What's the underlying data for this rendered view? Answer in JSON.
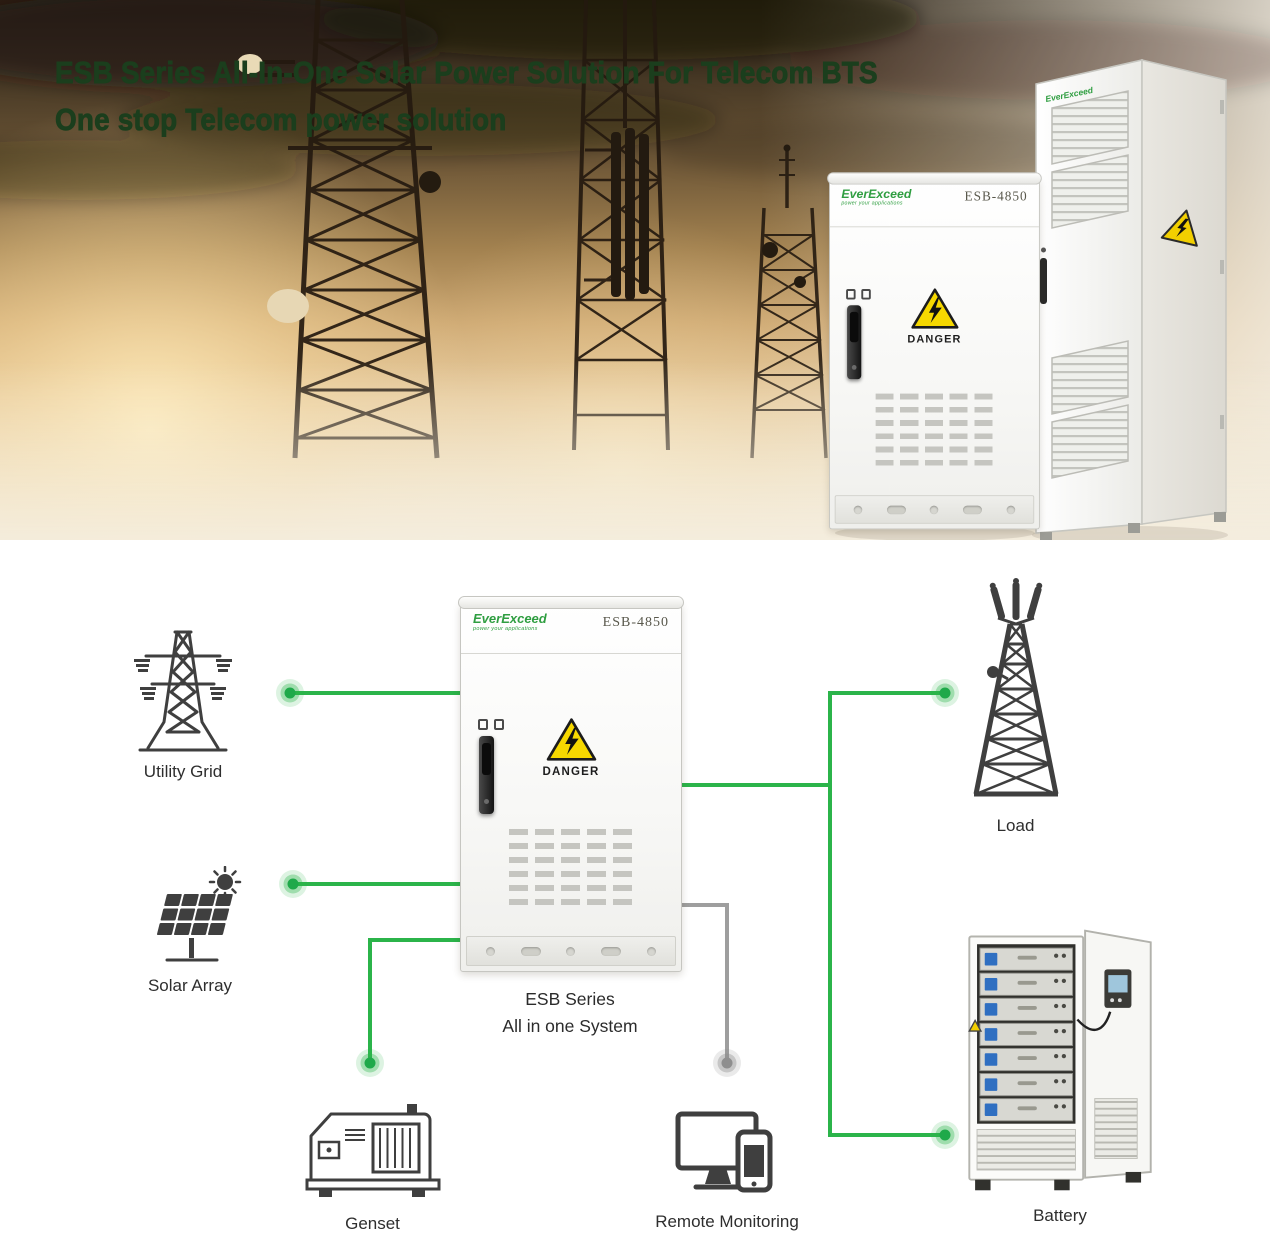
{
  "hero": {
    "title_line1": "ESB Series All-In-One Solar Power Solution For Telecom BTS",
    "title_line2": "One stop Telecom power solution",
    "title_color": "#1b3e1d"
  },
  "cabinet": {
    "brand": "EverExceed",
    "tagline": "power your applications",
    "model": "ESB-4850",
    "danger": "DANGER"
  },
  "diagram": {
    "center_label_line1": "ESB Series",
    "center_label_line2": "All in one System",
    "nodes": [
      {
        "id": "utility-grid",
        "label": "Utility Grid",
        "icon": "transmission-tower-icon"
      },
      {
        "id": "solar-array",
        "label": "Solar Array",
        "icon": "solar-panel-icon"
      },
      {
        "id": "genset",
        "label": "Genset",
        "icon": "generator-icon"
      },
      {
        "id": "load",
        "label": "Load",
        "icon": "telecom-tower-icon"
      },
      {
        "id": "remote-monitoring",
        "label": "Remote Monitoring",
        "icon": "monitor-smartphone-icon"
      },
      {
        "id": "battery",
        "label": "Battery",
        "icon": "battery-cabinet-icon"
      }
    ],
    "colors": {
      "link_green": "#2bb44a",
      "link_gray": "#9e9e9e",
      "brand_green": "#2f9e41",
      "danger_yellow": "#f6d800"
    }
  }
}
